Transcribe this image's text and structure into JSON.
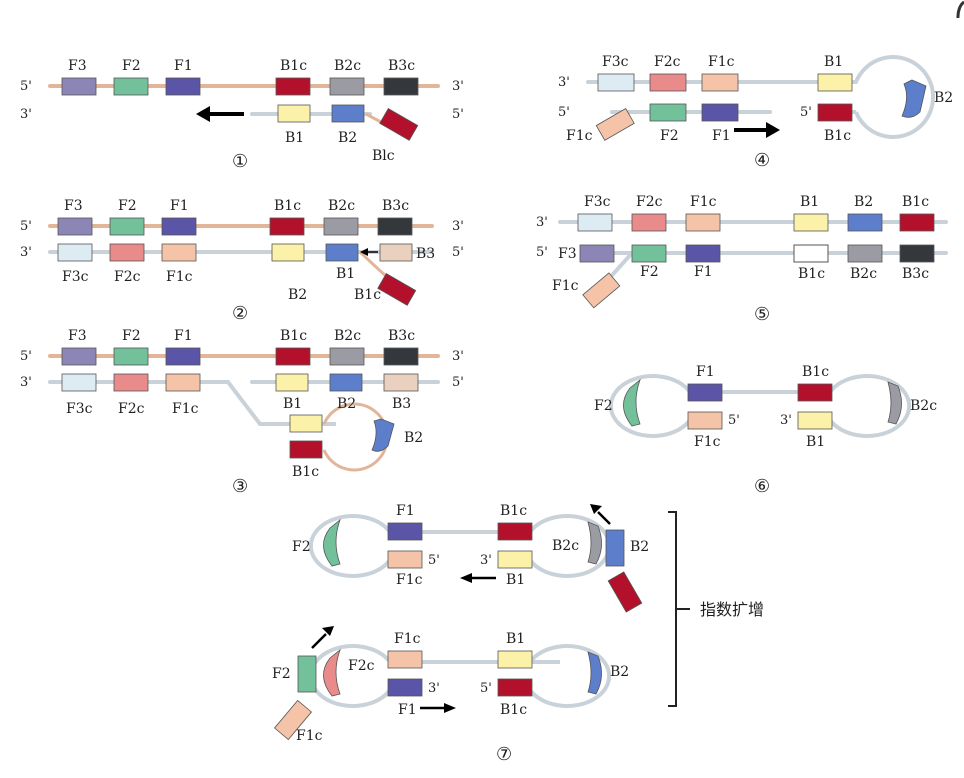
{
  "colors": {
    "F3": "#8c86b6",
    "F3c": "#dcecf2",
    "F2": "#72c19b",
    "F2c": "#e98a8b",
    "F1": "#5a55a6",
    "F1c": "#f5c3a7",
    "B1": "#fbf1a8",
    "B1c": "#b3112b",
    "B2": "#5c7ecb",
    "B2c": "#9b9ca3",
    "B3": "#ead0bf",
    "B3c": "#34383c",
    "template": "#e2b599",
    "strand": "#c9d2d9",
    "loopTan": "#e2b599"
  },
  "labels": {
    "F3": "F3",
    "F2": "F2",
    "F1": "F1",
    "B1c": "B1c",
    "B2c": "B2c",
    "B3c": "B3c",
    "B1": "B1",
    "B2": "B2",
    "B3": "B3",
    "F3c": "F3c",
    "F2c": "F2c",
    "F1c": "F1c",
    "Blc": "Blc",
    "five": "5'",
    "three": "3'"
  },
  "steps": [
    "①",
    "②",
    "③",
    "④",
    "⑤",
    "⑥",
    "⑦"
  ],
  "bracket_text": "指数扩增"
}
